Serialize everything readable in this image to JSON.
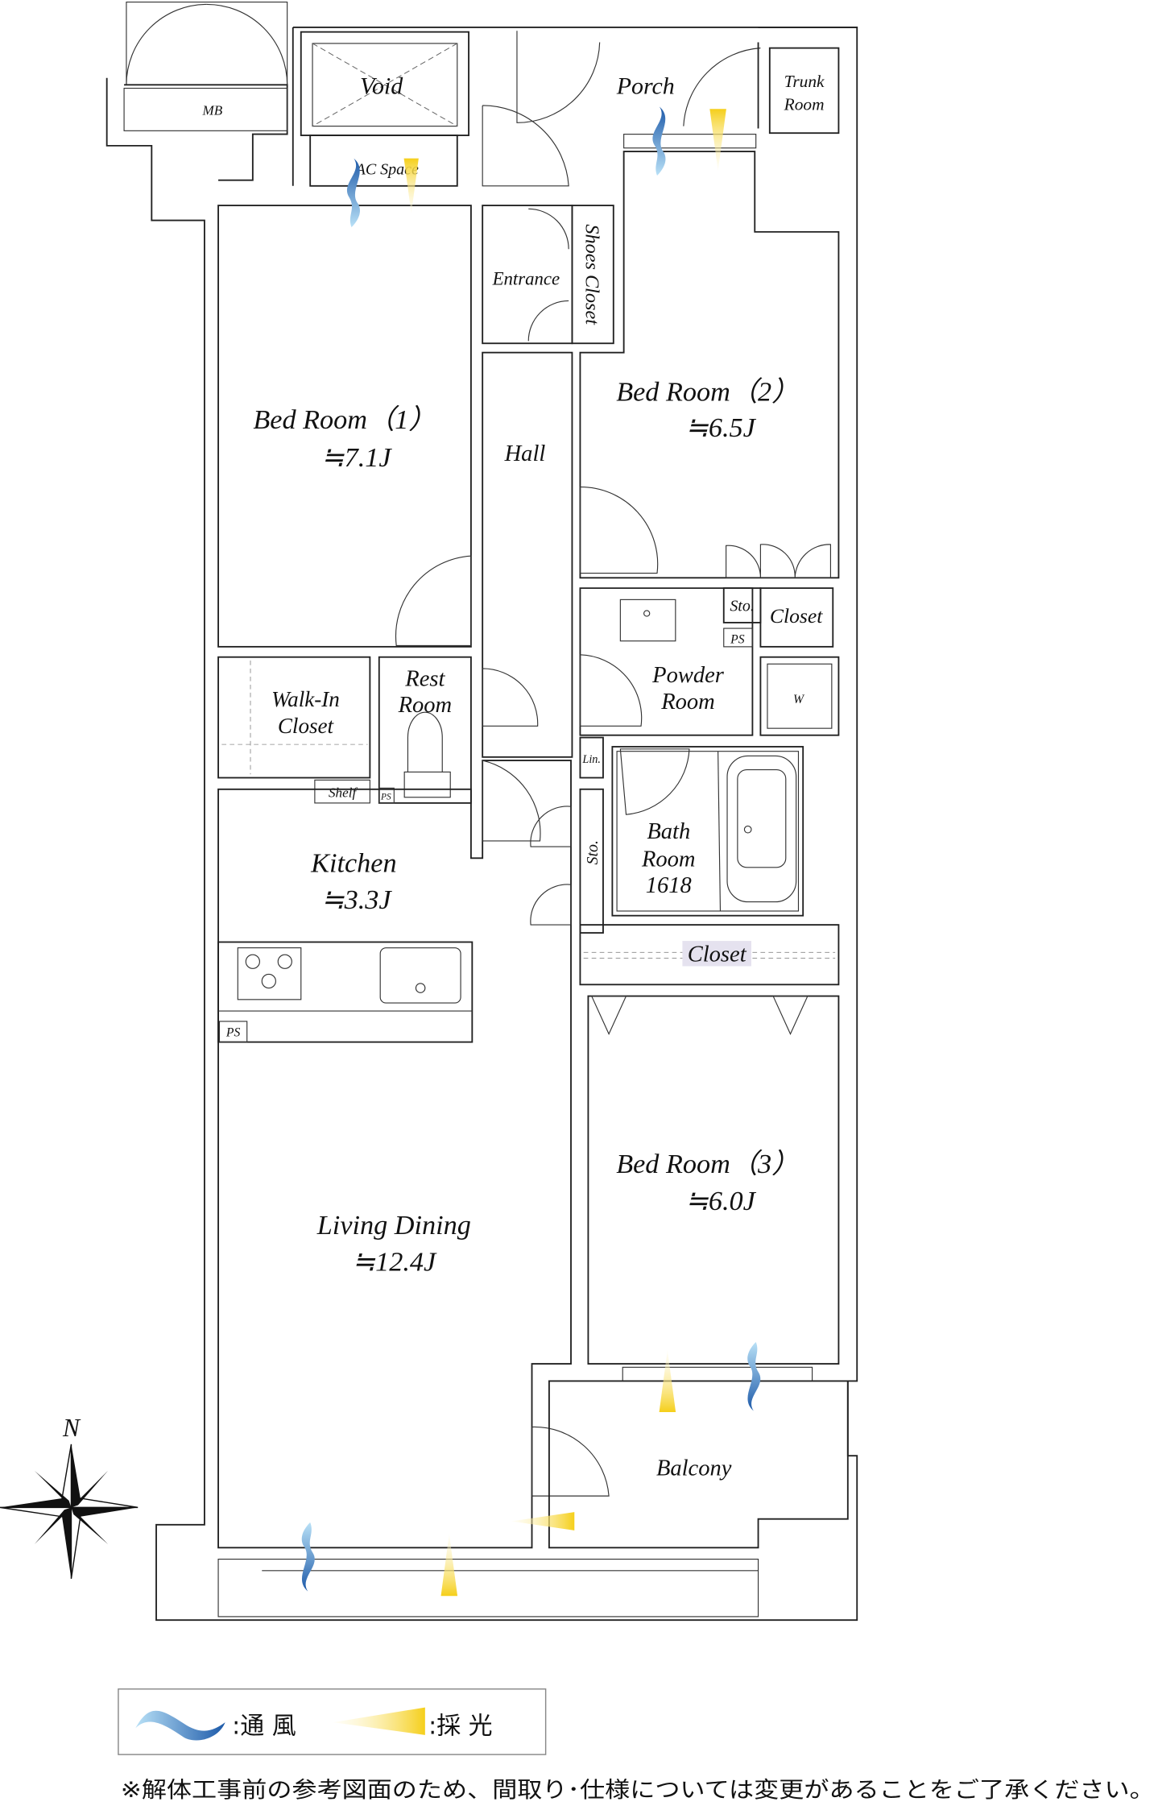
{
  "rooms": {
    "mb": "MB",
    "void": "Void",
    "ac_space": "AC Space",
    "porch": "Porch",
    "trunk_room": [
      "Trunk",
      "Room"
    ],
    "entrance": "Entrance",
    "shoes_closet": "Shoes Closet",
    "bed1": {
      "name": "Bed Room（1）",
      "size": "≒7.1J"
    },
    "bed2": {
      "name": "Bed Room（2）",
      "size": "≒6.5J"
    },
    "bed3": {
      "name": "Bed Room（3）",
      "size": "≒6.0J"
    },
    "hall": "Hall",
    "walk_in_closet": [
      "Walk-In",
      "Closet"
    ],
    "shelf": "Shelf",
    "rest_room": [
      "Rest",
      "Room"
    ],
    "ps": "PS",
    "powder_room": [
      "Powder",
      "Room"
    ],
    "sto": "Sto.",
    "closet": "Closet",
    "washer": "W",
    "linen": "Lin.",
    "bath_room": [
      "Bath",
      "Room",
      "1618"
    ],
    "kitchen": {
      "name": "Kitchen",
      "size": "≒3.3J"
    },
    "living_dining": {
      "name": "Living Dining",
      "size": "≒12.4J"
    },
    "balcony": "Balcony"
  },
  "compass": {
    "north": "N"
  },
  "legend": {
    "ventilation": ":通 風",
    "daylight": ":採 光"
  },
  "footnote": "※解体工事前の参考図面のため、間取り･仕様については変更があることをご了承ください。",
  "colors": {
    "bedroom": "#fbe8df",
    "living": "#fdf2dc",
    "storage": "#e5e2ef",
    "wet": "#e6f3fa",
    "wind": "#1f5fae",
    "light": "#f5cf1a"
  }
}
